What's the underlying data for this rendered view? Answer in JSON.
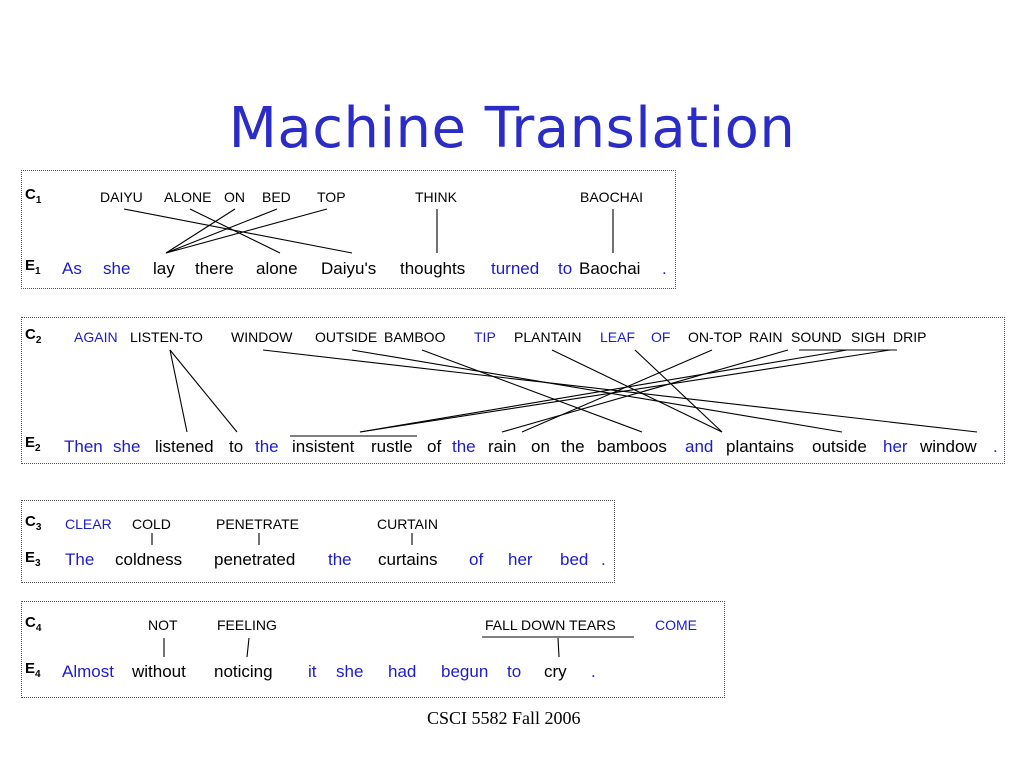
{
  "title": "Machine Translation",
  "footer": "CSCI 5582 Fall 2006",
  "examples": [
    {
      "c_label": "C",
      "c_sub": "1",
      "e_label": "E",
      "e_sub": "1",
      "chinese": [
        "DAIYU",
        "ALONE",
        "ON",
        "BED",
        "TOP",
        "THINK",
        "BAOCHAI"
      ],
      "english": [
        "As",
        "she",
        "lay",
        "there",
        "alone",
        "Daiyu's",
        "thoughts",
        "turned",
        "to",
        "Baochai",
        "."
      ]
    },
    {
      "c_label": "C",
      "c_sub": "2",
      "e_label": "E",
      "e_sub": "2",
      "chinese": [
        "AGAIN",
        "LISTEN-TO",
        "WINDOW",
        "OUTSIDE",
        "BAMBOO",
        "TIP",
        "PLANTAIN",
        "LEAF",
        "OF",
        "ON-TOP",
        "RAIN",
        "SOUND",
        "SIGH",
        "DRIP"
      ],
      "english": [
        "Then",
        "she",
        "listened",
        "to",
        "the",
        "insistent",
        "rustle",
        "of",
        "the",
        "rain",
        "on",
        "the",
        "bamboos",
        "and",
        "plantains",
        "outside",
        "her",
        "window",
        "."
      ]
    },
    {
      "c_label": "C",
      "c_sub": "3",
      "e_label": "E",
      "e_sub": "3",
      "chinese": [
        "CLEAR",
        "COLD",
        "PENETRATE",
        "CURTAIN"
      ],
      "english": [
        "The",
        "coldness",
        "penetrated",
        "the",
        "curtains",
        "of",
        "her",
        "bed",
        "."
      ]
    },
    {
      "c_label": "C",
      "c_sub": "4",
      "e_label": "E",
      "e_sub": "4",
      "chinese": [
        "NOT",
        "FEELING",
        "FALL DOWN TEARS",
        "COME"
      ],
      "english": [
        "Almost",
        "without",
        "noticing",
        "it",
        "she",
        "had",
        "begun",
        "to",
        "cry",
        "."
      ]
    }
  ],
  "colors": {
    "title": "#2b2bc8",
    "unaligned_word": "#1c1cc8",
    "aligned_word": "#000000"
  }
}
